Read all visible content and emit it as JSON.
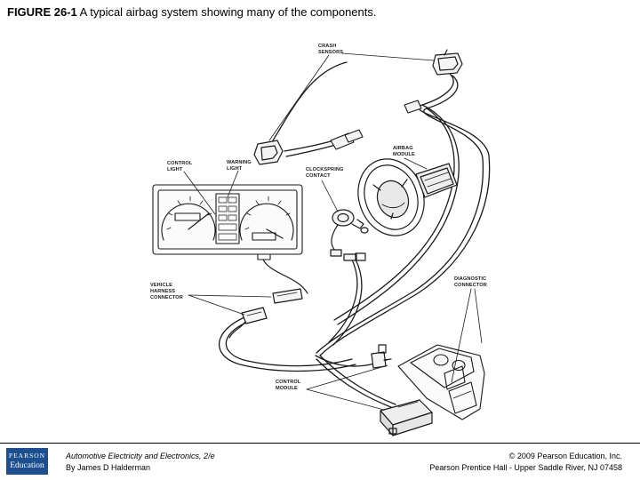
{
  "figure": {
    "number": "FIGURE 26-1",
    "caption": "A typical airbag system showing many of the components."
  },
  "diagram": {
    "labels": {
      "crash_sensors": [
        "CRASH",
        "SENSORS"
      ],
      "airbag_module": [
        "AIRBAG",
        "MODULE"
      ],
      "control_light": [
        "CONTROL",
        "LIGHT"
      ],
      "warning_light": [
        "WARNING",
        "LIGHT"
      ],
      "clockspring_contact": [
        "CLOCKSPRING",
        "CONTACT"
      ],
      "vehicle_harness_connector": [
        "VEHICLE",
        "HARNESS",
        "CONNECTOR"
      ],
      "diagnostic_connector": [
        "DIAGNOSTIC",
        "CONNECTOR"
      ],
      "control_module": [
        "CONTROL",
        "MODULE"
      ]
    }
  },
  "footer": {
    "logo_line1": "PEARSON",
    "logo_line2": "Education",
    "book_title": "Automotive Electricity and Electronics, 2/e",
    "author": "By James D Halderman",
    "copyright": "© 2009 Pearson Education, Inc.",
    "publisher": "Pearson Prentice Hall - Upper Saddle River, NJ 07458"
  }
}
